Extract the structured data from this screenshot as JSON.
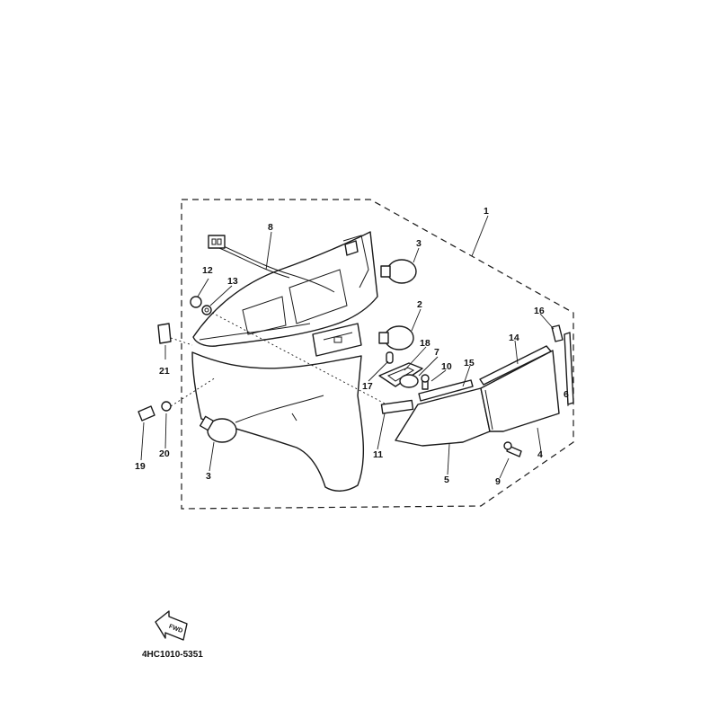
{
  "callouts": [
    "1",
    "2",
    "3",
    "3",
    "4",
    "5",
    "6",
    "7",
    "8",
    "9",
    "10",
    "11",
    "12",
    "13",
    "14",
    "15",
    "16",
    "17",
    "18",
    "19",
    "20",
    "21"
  ],
  "fwd_label": "FWD",
  "diagram_code": "4HC1010-5351"
}
